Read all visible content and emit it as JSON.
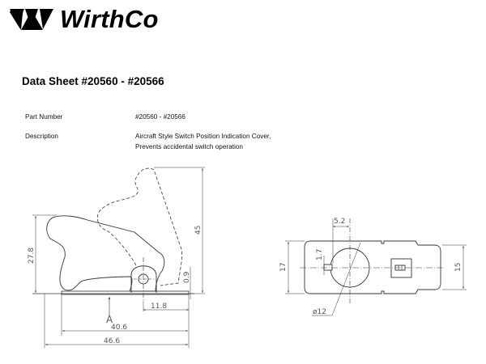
{
  "header": {
    "brand": "WirthCo",
    "logo_icon": "wirthco-triangles-logo"
  },
  "document": {
    "title": "Data Sheet #20560 - #20566",
    "specs": [
      {
        "label": "Part Number",
        "value_lines": [
          "#20560 - #20566"
        ]
      },
      {
        "label": "Description",
        "value_lines": [
          "Aircraft Style Switch Position Indication Cover,",
          "Prevents accidental switch operation"
        ]
      }
    ]
  },
  "side_view": {
    "dimensions": {
      "height_closed": "27.8",
      "height_open": "45",
      "hinge_offset": "0.9",
      "hinge_to_end": "11.8",
      "base_length": "40.6",
      "overall_length": "46.6",
      "view_marker": "A"
    }
  },
  "top_view": {
    "dimensions": {
      "slot_offset": "5.2",
      "slot_width": "1.7",
      "body_width": "17",
      "tab_width": "15",
      "hole_diameter": "ø12"
    }
  }
}
